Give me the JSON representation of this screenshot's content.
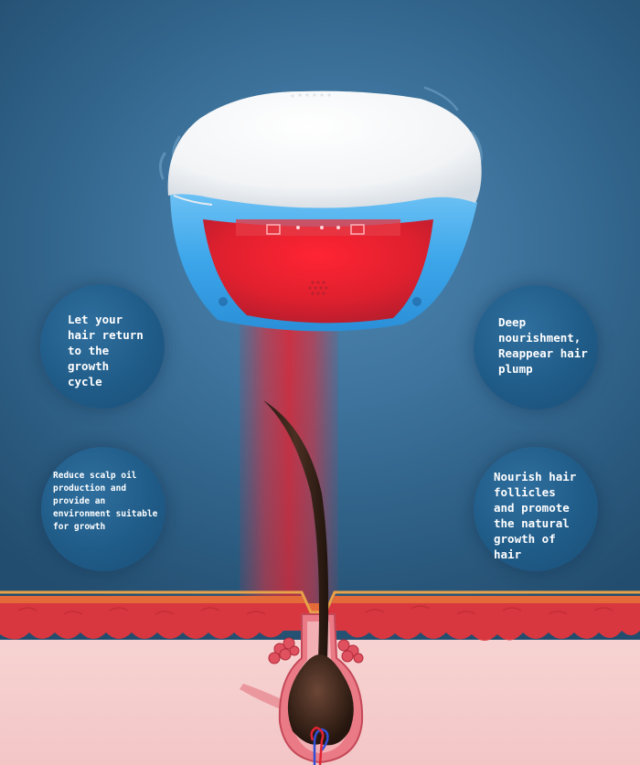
{
  "bubbles": {
    "top_left": "Let your\nhair return\nto the\ngrowth\ncycle",
    "top_right": "Deep\nnourishment,\nReappear hair\nplump",
    "bottom_left": "Reduce scalp oil\nproduction and\nprovide an\nenvironment suitable\nfor growth",
    "bottom_right": "Nourish hair\nfollicles\nand promote\nthe natural\ngrowth of\nhair"
  }
}
